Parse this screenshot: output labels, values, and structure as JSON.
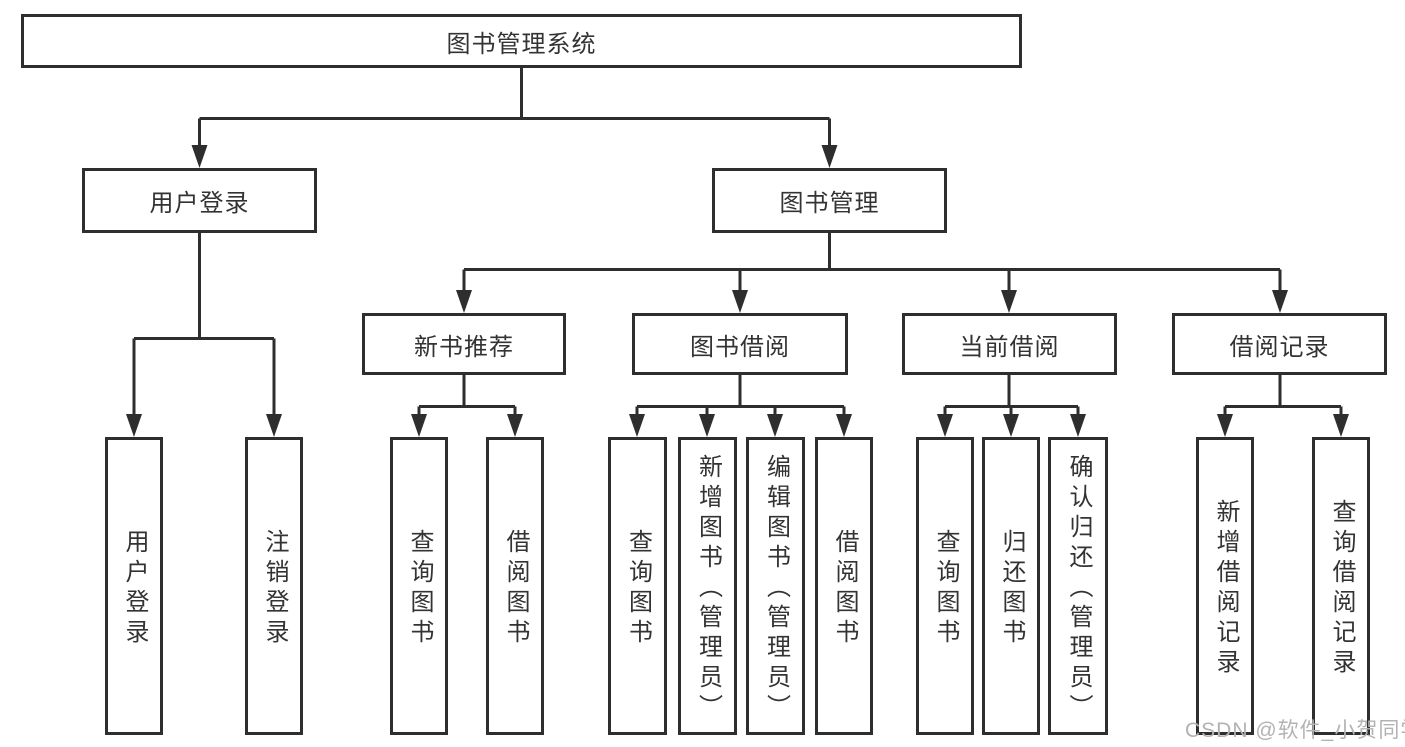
{
  "diagram": {
    "title": "图书管理系统",
    "branches": [
      {
        "label": "用户登录",
        "children": [
          {
            "label": "用户登录"
          },
          {
            "label": "注销登录"
          }
        ]
      },
      {
        "label": "图书管理",
        "groups": [
          {
            "label": "新书推荐",
            "children": [
              {
                "label": "查询图书"
              },
              {
                "label": "借阅图书"
              }
            ]
          },
          {
            "label": "图书借阅",
            "children": [
              {
                "label": "查询图书"
              },
              {
                "label": "新增图书（管理员）"
              },
              {
                "label": "编辑图书（管理员）"
              },
              {
                "label": "借阅图书"
              }
            ]
          },
          {
            "label": "当前借阅",
            "children": [
              {
                "label": "查询图书"
              },
              {
                "label": "归还图书"
              },
              {
                "label": "确认归还（管理员）"
              }
            ]
          },
          {
            "label": "借阅记录",
            "children": [
              {
                "label": "新增借阅记录"
              },
              {
                "label": "查询借阅记录"
              }
            ]
          }
        ]
      }
    ]
  },
  "watermark": {
    "text": "CSDN @软件_小贺同学"
  },
  "colors": {
    "line": "#2e2e2e",
    "text": "#333333",
    "box_background": "#ffffff",
    "watermark": "#b3b3b3"
  }
}
